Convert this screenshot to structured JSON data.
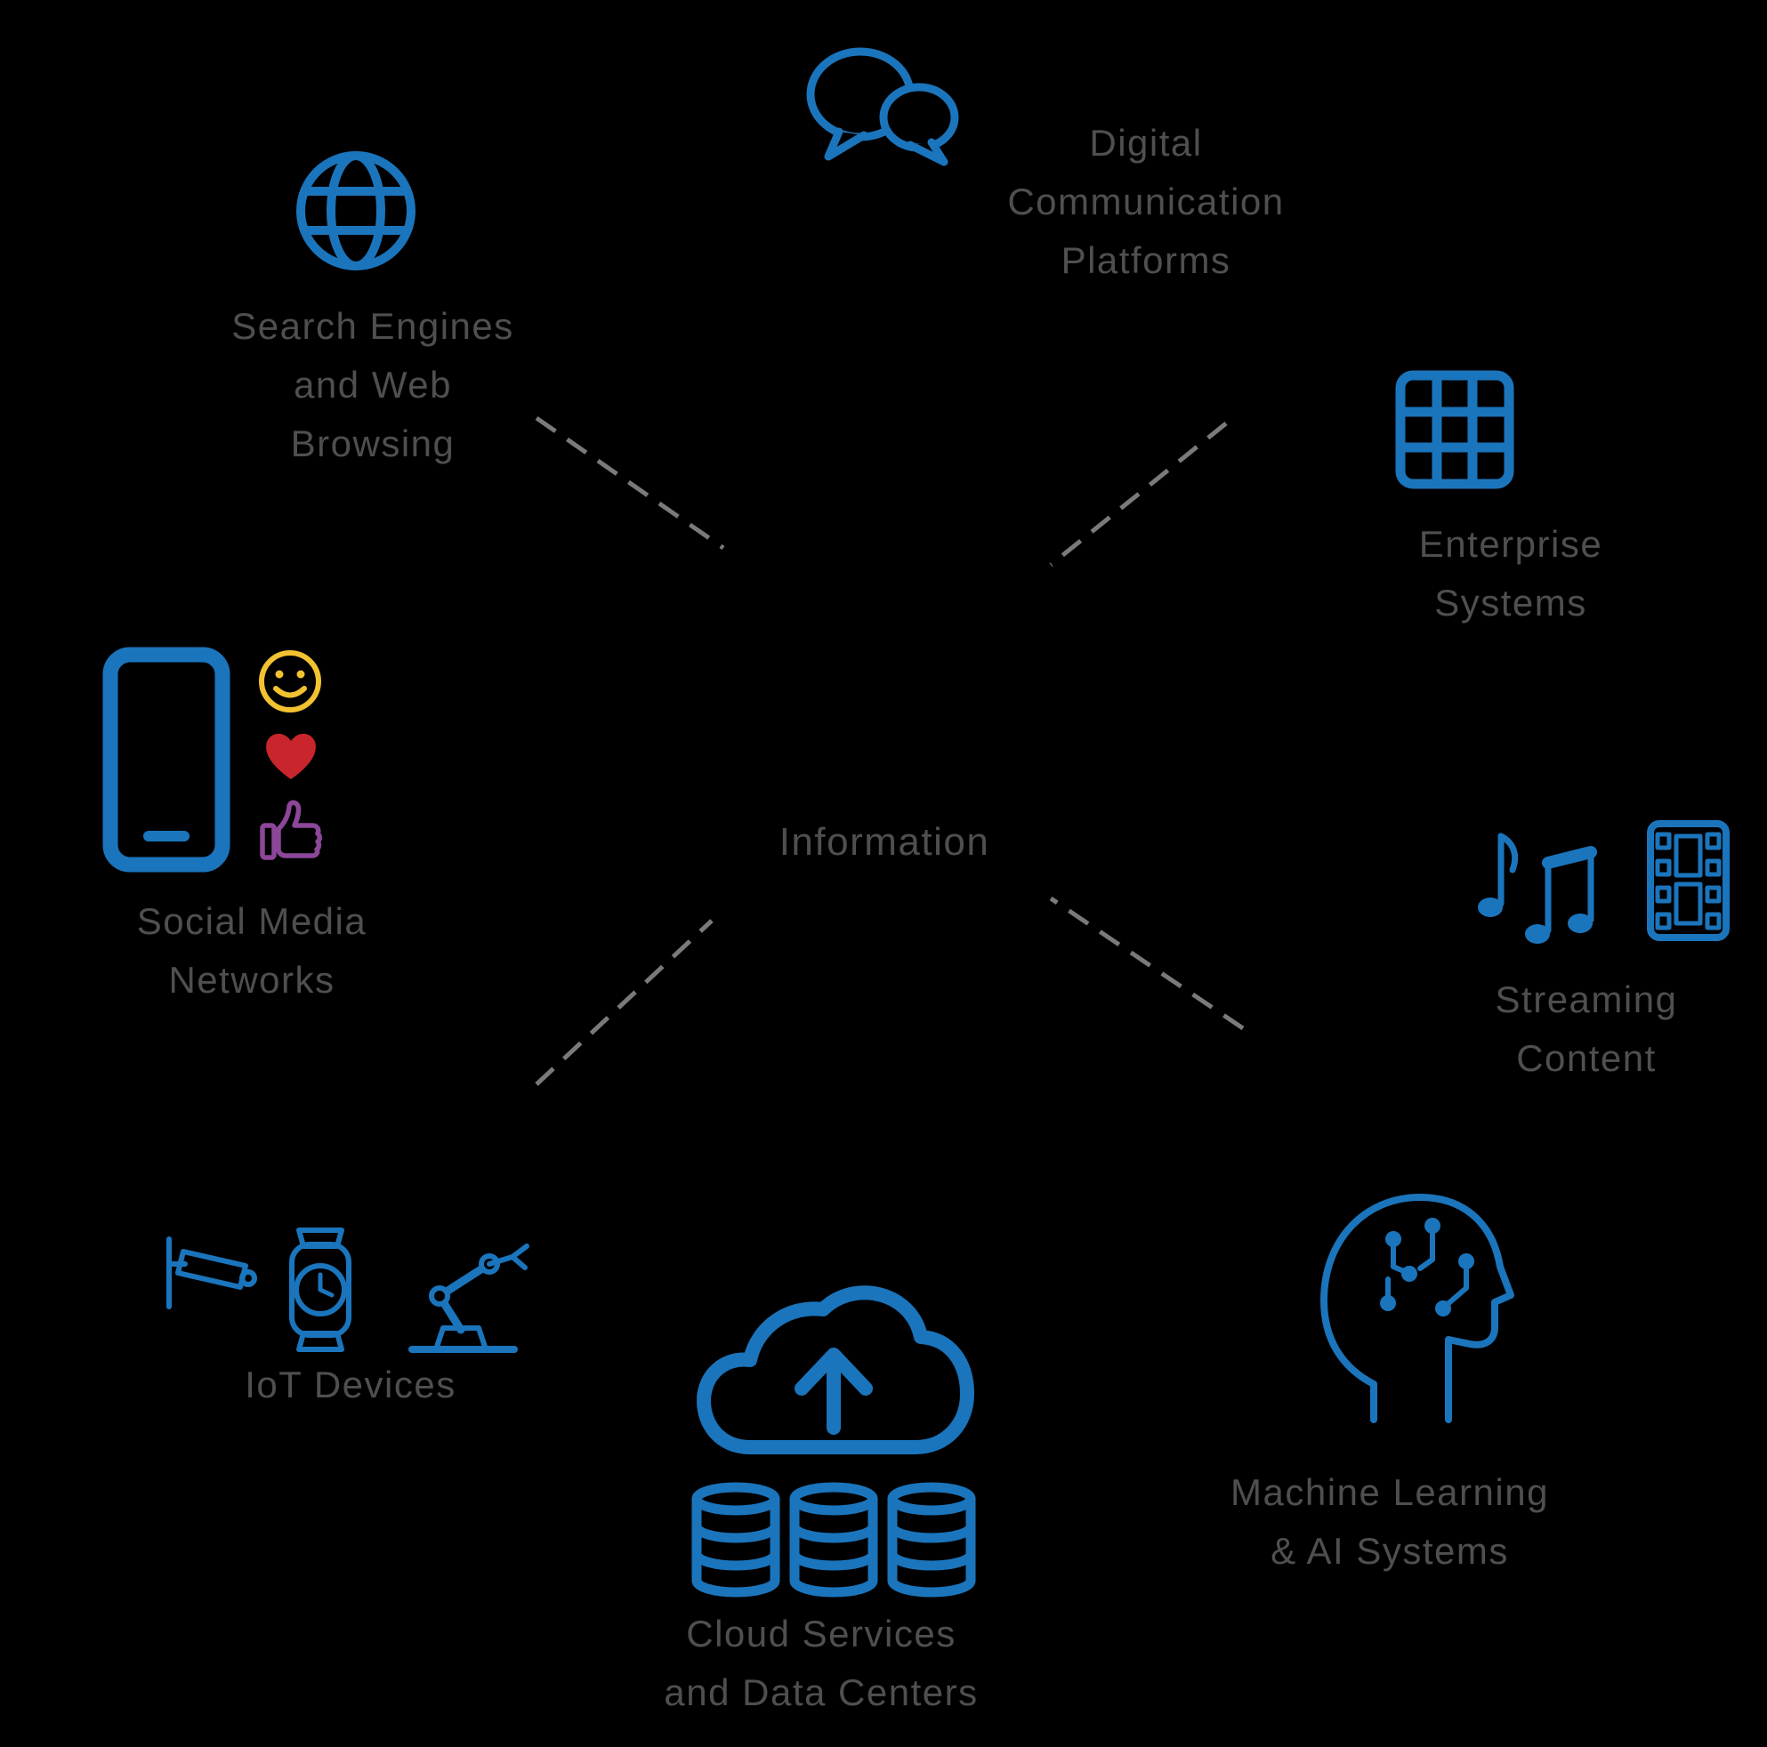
{
  "colors": {
    "bg": "#000000",
    "blue": "#1B75BC",
    "text": "#4F4F4F",
    "dash": "#7A7A7A",
    "yellow": "#F2C230",
    "red": "#C9252C",
    "purple": "#8C4799"
  },
  "center": {
    "label": "Information"
  },
  "nodes": {
    "communication": {
      "label": "Digital\nCommunication\nPlatforms",
      "icon": "chat-bubbles-icon"
    },
    "search": {
      "label": "Search Engines\nand Web\nBrowsing",
      "icon": "globe-icon"
    },
    "enterprise": {
      "label": "Enterprise\nSystems",
      "icon": "table-grid-icon"
    },
    "streaming": {
      "label": "Streaming\nContent",
      "icon": "music-notes-and-film-strip-icon"
    },
    "social": {
      "label": "Social Media\nNetworks",
      "icon": "smartphone-with-reactions-icon"
    },
    "ai": {
      "label": "Machine Learning\n& AI Systems",
      "icon": "head-with-circuit-brain-icon"
    },
    "cloud": {
      "label": "Cloud Services\nand Data Centers",
      "icon": "cloud-upload-with-databases-icon"
    },
    "iot": {
      "label": "IoT Devices",
      "icon": "camera-watch-robot-arm-icon"
    }
  }
}
